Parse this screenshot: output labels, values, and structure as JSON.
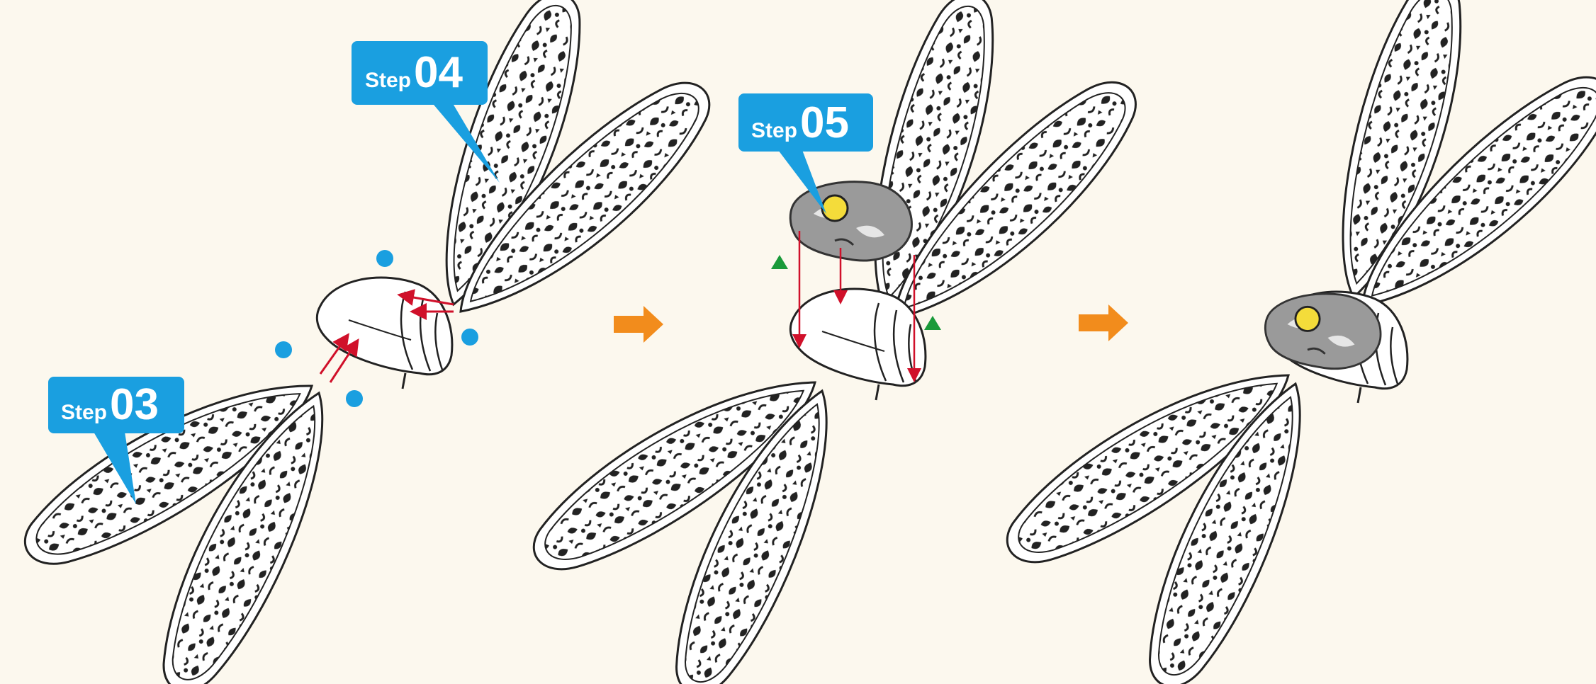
{
  "steps": [
    {
      "word": "Step",
      "number": "03"
    },
    {
      "word": "Step",
      "number": "04"
    },
    {
      "word": "Step",
      "number": "05"
    }
  ],
  "colors": {
    "background": "#fcf8ee",
    "callout": "#1a9fe0",
    "arrow": "#f28c1c",
    "marker_dot": "#1a9fe0",
    "marker_triangle": "#1a9a3a",
    "guide_line": "#d0102a",
    "wing_fill": "#ffffff",
    "wing_outline": "#222222",
    "head_fill": "#9a9a9a",
    "eye": "#f4dc3a"
  }
}
